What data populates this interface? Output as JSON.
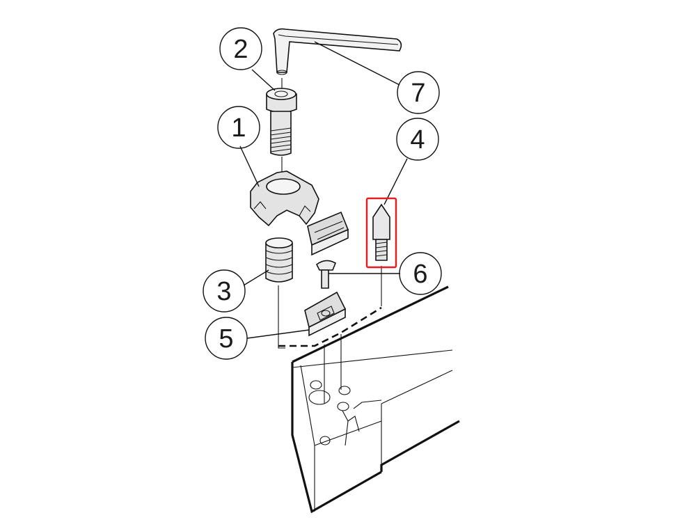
{
  "callouts": [
    {
      "id": "1",
      "label": "1"
    },
    {
      "id": "2",
      "label": "2"
    },
    {
      "id": "3",
      "label": "3"
    },
    {
      "id": "4",
      "label": "4"
    },
    {
      "id": "5",
      "label": "5"
    },
    {
      "id": "6",
      "label": "6"
    },
    {
      "id": "7",
      "label": "7"
    }
  ],
  "highlight": {
    "target": "4",
    "color": "#e02020"
  },
  "colors": {
    "ink": "#111111",
    "part_fill": "#e6e6e6",
    "background": "#ffffff"
  }
}
